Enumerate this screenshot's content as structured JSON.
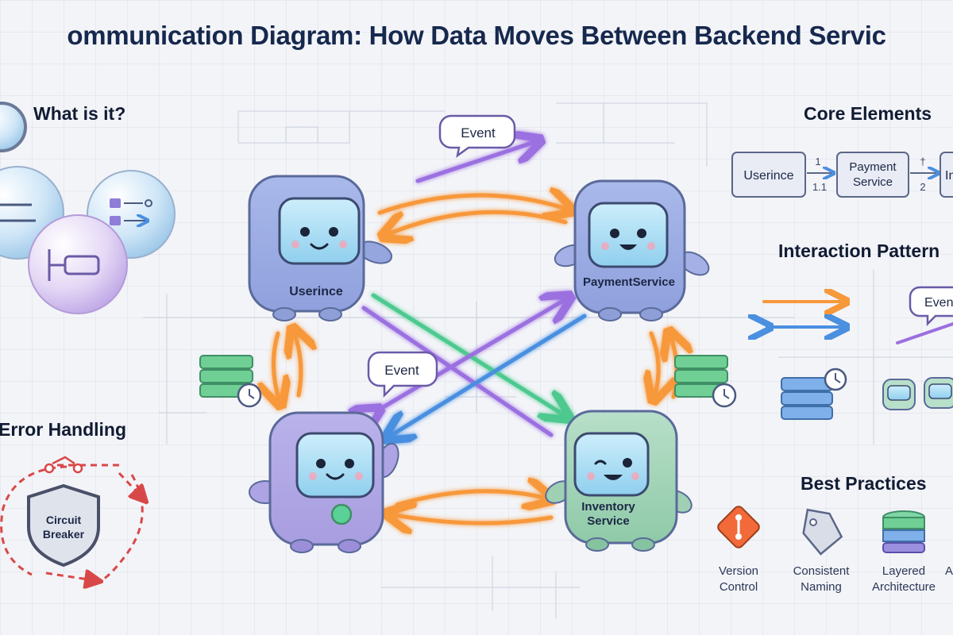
{
  "title": "ommunication Diagram: How Data Moves Between Backend Servic",
  "sections": {
    "what_is_it": "What is it?",
    "core_elements": "Core Elements",
    "interaction_patterns": "Interaction Pattern",
    "error_handling": "Error Handling",
    "best_practices": "Best Practices"
  },
  "services": {
    "user": "Userince",
    "payment": "PaymentService",
    "inventory_line1": "Inventory",
    "inventory_line2": "Service"
  },
  "bubbles": {
    "event_top": "Event",
    "event_center": "Event",
    "event_patterns": "Even"
  },
  "core_elements": {
    "box1": "Userince",
    "box2_line1": "Payment",
    "box2_line2": "Service",
    "box3": "In",
    "seq_top_left": "1",
    "seq_bottom_left": "1.1",
    "seq_top_right": "†",
    "seq_bottom_right": "2"
  },
  "error_handling": {
    "breaker_line1": "Circuit",
    "breaker_line2": "Breaker"
  },
  "best_practices": [
    {
      "line1": "Version",
      "line2": "Control",
      "icon": "git-diamond-icon"
    },
    {
      "line1": "Consistent",
      "line2": "Naming",
      "icon": "tag-icon"
    },
    {
      "line1": "Layered",
      "line2": "Architecture",
      "icon": "database-stack-icon"
    },
    {
      "line1": "A",
      "line2": "",
      "icon": "partial-icon"
    }
  ],
  "colors": {
    "orange": "#f7983a",
    "purple": "#9b6fe0",
    "green": "#4ec98f",
    "blue": "#4a8fe0",
    "red": "#d94848",
    "navy": "#16284d"
  }
}
